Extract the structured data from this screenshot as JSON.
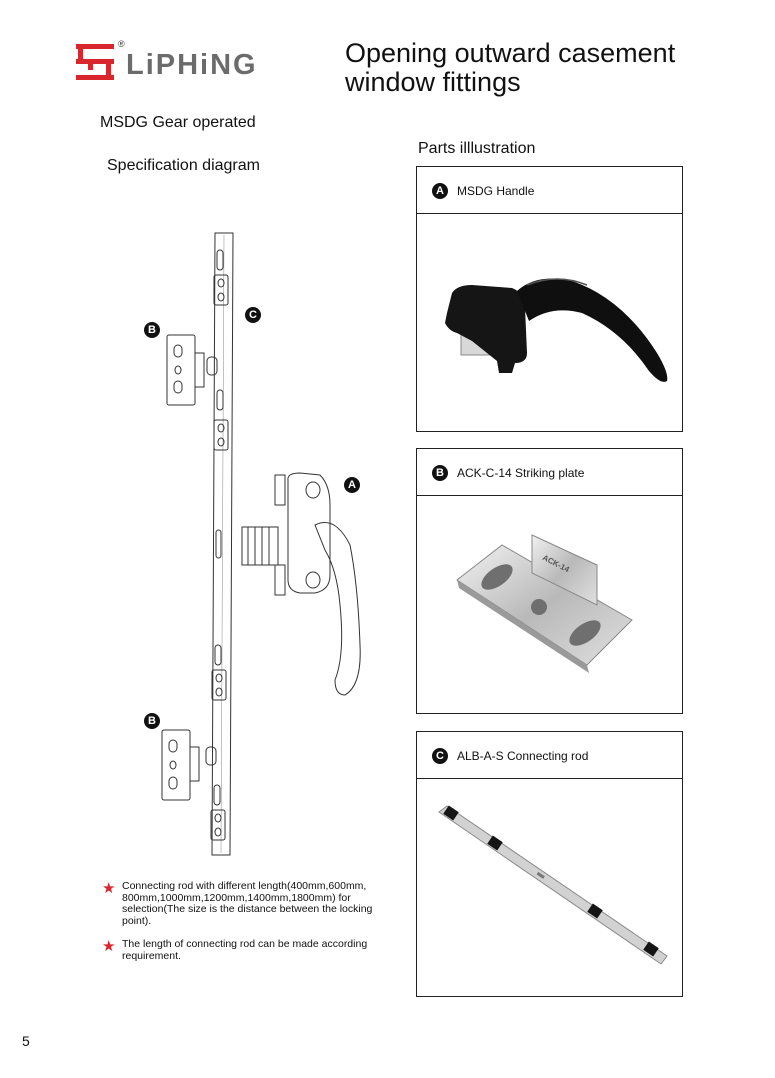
{
  "header": {
    "brand": "LiPHiNG",
    "registered_mark": "®",
    "title_line1": "Opening outward casement",
    "title_line2": "window fittings",
    "brand_color": "#d9262c"
  },
  "left": {
    "product_name": "MSDG Gear operated",
    "spec_heading": "Specification diagram",
    "callouts": {
      "a": "A",
      "b": "B",
      "c": "C"
    }
  },
  "right": {
    "parts_heading": "Parts illlustration",
    "parts": [
      {
        "badge": "A",
        "label": "MSDG Handle"
      },
      {
        "badge": "B",
        "label": "ACK-C-14 Striking plate",
        "stamp": "ACK-14"
      },
      {
        "badge": "C",
        "label": "ALB-A-S Connecting rod"
      }
    ]
  },
  "notes": [
    {
      "text": "Connecting rod with different length(400mm,600mm, 800mm,1000mm,1200mm,1400mm,1800mm) for selection(The size is the distance between the locking point)."
    },
    {
      "text": "The length of connecting rod can be made according requirement."
    }
  ],
  "footer": {
    "page_number": "5"
  }
}
